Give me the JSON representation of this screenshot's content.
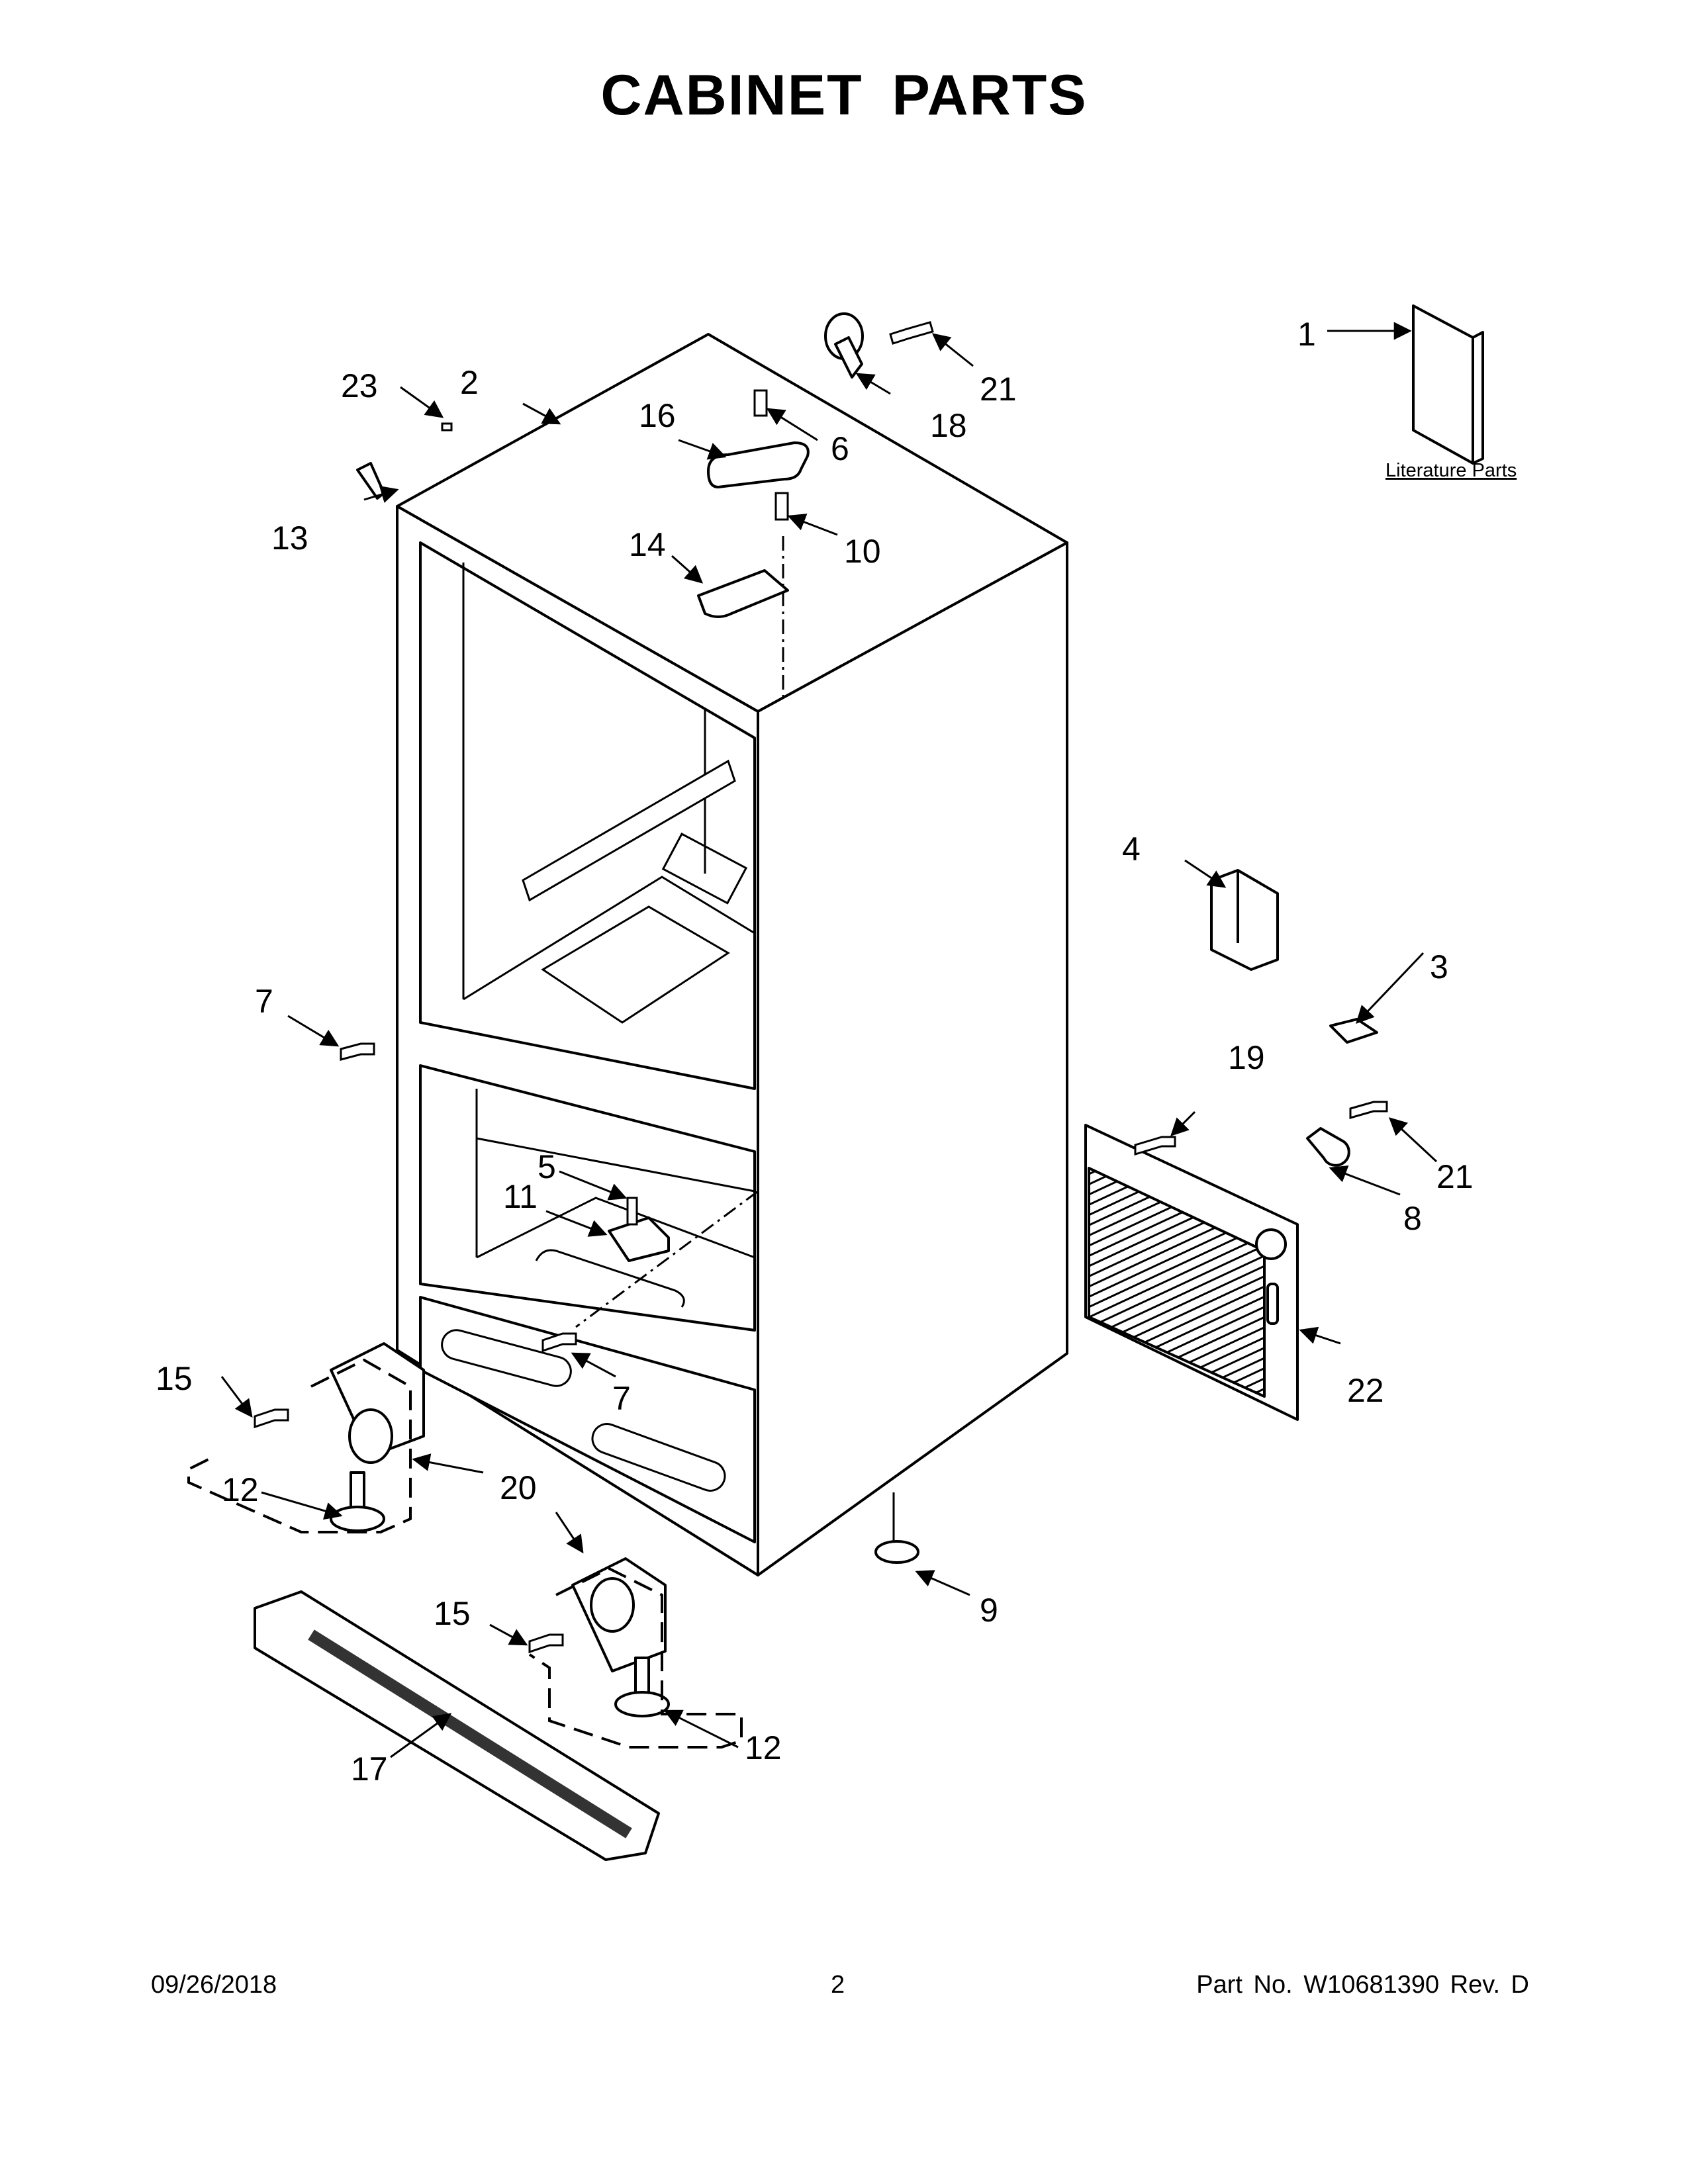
{
  "title": "CABINET PARTS",
  "literature_label": "Literature Parts",
  "callouts": [
    {
      "id": "c1",
      "label": "1"
    },
    {
      "id": "c2",
      "label": "2"
    },
    {
      "id": "c3",
      "label": "3"
    },
    {
      "id": "c4",
      "label": "4"
    },
    {
      "id": "c5",
      "label": "5"
    },
    {
      "id": "c6",
      "label": "6"
    },
    {
      "id": "c7a",
      "label": "7"
    },
    {
      "id": "c7b",
      "label": "7"
    },
    {
      "id": "c8",
      "label": "8"
    },
    {
      "id": "c9",
      "label": "9"
    },
    {
      "id": "c10",
      "label": "10"
    },
    {
      "id": "c11",
      "label": "11"
    },
    {
      "id": "c12a",
      "label": "12"
    },
    {
      "id": "c12b",
      "label": "12"
    },
    {
      "id": "c13",
      "label": "13"
    },
    {
      "id": "c14",
      "label": "14"
    },
    {
      "id": "c15a",
      "label": "15"
    },
    {
      "id": "c15b",
      "label": "15"
    },
    {
      "id": "c16",
      "label": "16"
    },
    {
      "id": "c17",
      "label": "17"
    },
    {
      "id": "c18",
      "label": "18"
    },
    {
      "id": "c19",
      "label": "19"
    },
    {
      "id": "c20",
      "label": "20"
    },
    {
      "id": "c21a",
      "label": "21"
    },
    {
      "id": "c21b",
      "label": "21"
    },
    {
      "id": "c22",
      "label": "22"
    },
    {
      "id": "c23",
      "label": "23"
    }
  ],
  "footer": {
    "date": "09/26/2018",
    "page": "2",
    "part": "Part No.  W10681390  Rev.  D"
  }
}
